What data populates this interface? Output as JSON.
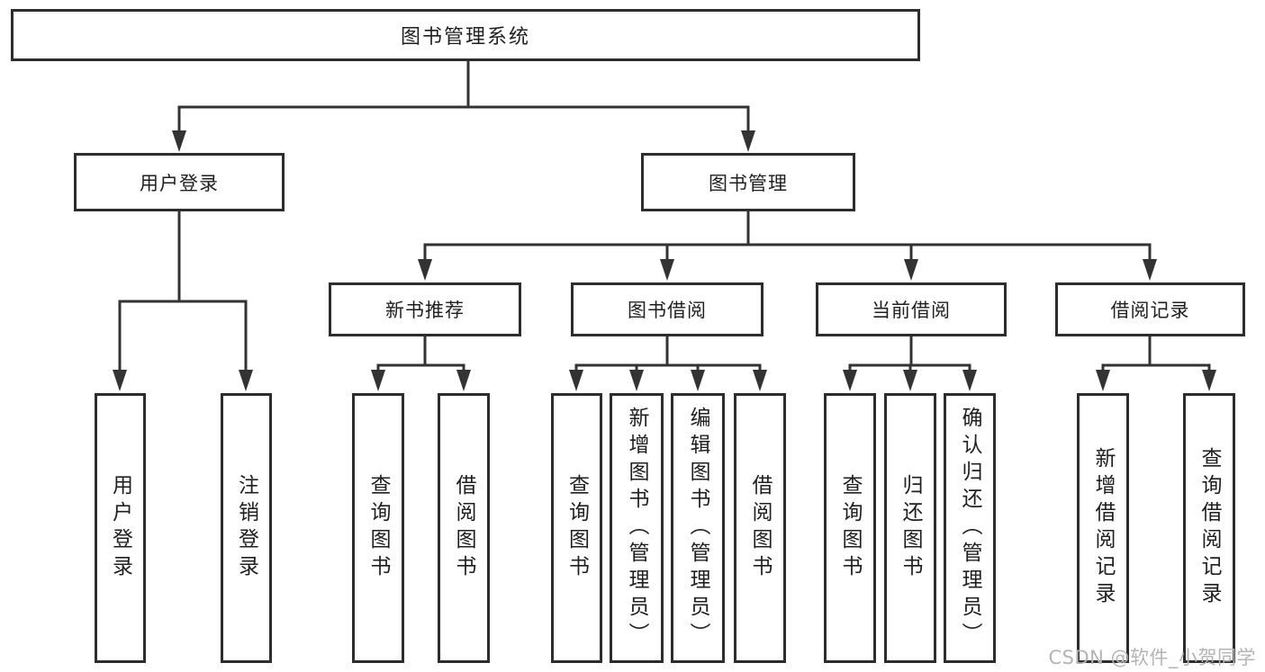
{
  "diagram": {
    "type": "hierarchy",
    "colors": {
      "line": "#333333",
      "box_border": "#2d2d2d",
      "text": "#1f1f1f",
      "background": "#ffffff",
      "watermark_text": "#b4b4b4"
    },
    "tree": {
      "root": {
        "label": "图书管理系统"
      },
      "branches": [
        {
          "label": "用户登录",
          "children": [
            {
              "label": "用户登录"
            },
            {
              "label": "注销登录"
            }
          ]
        },
        {
          "label": "图书管理",
          "children": [
            {
              "label": "新书推荐",
              "children": [
                {
                  "label": "查询图书"
                },
                {
                  "label": "借阅图书"
                }
              ]
            },
            {
              "label": "图书借阅",
              "children": [
                {
                  "label": "查询图书"
                },
                {
                  "label": "新增图书（管理员）"
                },
                {
                  "label": "编辑图书（管理员）"
                },
                {
                  "label": "借阅图书"
                }
              ]
            },
            {
              "label": "当前借阅",
              "children": [
                {
                  "label": "查询图书"
                },
                {
                  "label": "归还图书"
                },
                {
                  "label": "确认归还（管理员）"
                }
              ]
            },
            {
              "label": "借阅记录",
              "children": [
                {
                  "label": "新增借阅记录"
                },
                {
                  "label": "查询借阅记录"
                }
              ]
            }
          ]
        }
      ]
    },
    "watermark": {
      "text": "CSDN @软件_小贺同学"
    }
  }
}
